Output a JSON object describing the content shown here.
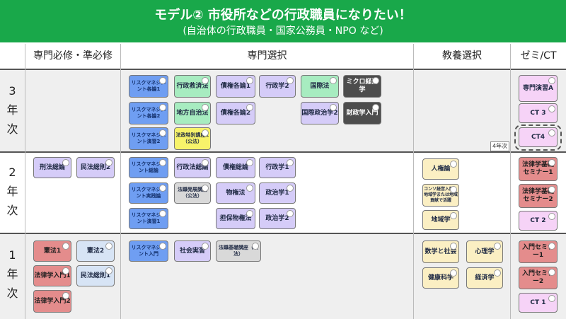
{
  "header": {
    "title": "モデル② 市役所などの行政職員になりたい！",
    "subtitle": "(自治体の行政職員・国家公務員・NPO など)"
  },
  "columns": [
    "専門必修・準必修",
    "専門選択",
    "教養選択",
    "ゼミ/CT"
  ],
  "years": {
    "y3": [
      "3",
      "年",
      "次"
    ],
    "y2": [
      "2",
      "年",
      "次"
    ],
    "y1": [
      "1",
      "年",
      "次"
    ]
  },
  "note_4th": "4年次",
  "courses": {
    "y3": {
      "s1": "リスクマネジメント各論1",
      "s2": "行政救済法",
      "s3": "債権各論1",
      "s4": "行政学2",
      "s5": "国際法",
      "s6": "ミクロ経済学",
      "s7": "リスクマネジメント各論2",
      "s8": "地方自治法",
      "s9": "債権各論2",
      "s10": "国際政治学2",
      "s11": "財政学入門",
      "s12": "リスクマネジメント演習2",
      "s13": "法政特別講座1（公法）",
      "z1": "専門演習A",
      "z2": "CT 3",
      "z3": "CT4"
    },
    "y2": {
      "r1": "刑法総論",
      "r2": "民法総則2",
      "s1": "リスクマネジメント総論",
      "s2": "行政法総論",
      "s3": "債権総論",
      "s4": "行政学1",
      "s5": "リスクマネジメント実践論",
      "s6": "法職発展講座（公法）",
      "s7": "物権法",
      "s8": "政治学1",
      "s9": "リスクマネジメント演習1",
      "s10": "担保物権法",
      "s11": "政治学2",
      "k1": "人権論",
      "k2": "コンソ経営入門・地域学または地域貢献で活躍",
      "k3": "地域学",
      "z1": "法律学基礎セミナー1",
      "z2": "法律学基礎セミナー2",
      "z3": "CT 2"
    },
    "y1": {
      "r1": "憲法1",
      "r2": "憲法2",
      "r3": "法律学入門1",
      "r4": "民法総則1",
      "r5": "法律学入門2",
      "s1": "リスクマネジメント入門",
      "s2": "社会実習",
      "s3": "法職基礎講座（公法）",
      "k1": "数学と社会",
      "k2": "心理学",
      "k3": "健康科学",
      "k4": "経済学",
      "z1": "入門セミナー1",
      "z2": "入門セミナー2",
      "z3": "CT 1"
    }
  }
}
